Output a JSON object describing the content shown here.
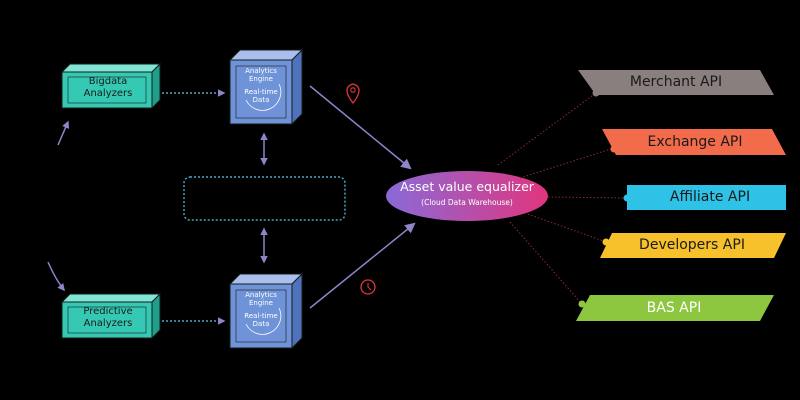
{
  "analyzers": [
    {
      "line1": "Bigdata",
      "line2": "Analyzers"
    },
    {
      "line1": "Predictive",
      "line2": "Analyzers"
    }
  ],
  "engines": [
    {
      "line1": "Analytics",
      "line2": "Engine",
      "line3": "Real-time",
      "line4": "Data"
    },
    {
      "line1": "Analytics",
      "line2": "Engine",
      "line3": "Real-time",
      "line4": "Data"
    }
  ],
  "hub": {
    "title": "Asset value equalizer",
    "subtitle": "(Cloud Data Warehouse)",
    "color_left": "#8a6ad8",
    "color_right": "#e0357e"
  },
  "apis": [
    {
      "label": "Merchant API",
      "color": "#8a7f7f",
      "text_color": "#1a1a1a"
    },
    {
      "label": "Exchange API",
      "color": "#f26b4a",
      "text_color": "#1a1a1a"
    },
    {
      "label": "Affiliate API",
      "color": "#2ec2e6",
      "text_color": "#1a1a1a"
    },
    {
      "label": "Developers API",
      "color": "#f7c12b",
      "text_color": "#1a1a1a"
    },
    {
      "label": "BAS API",
      "color": "#8dc63f",
      "text_color": "#ffffff"
    }
  ],
  "icons": {
    "top": "location-pin-icon",
    "bottom": "clock-icon"
  },
  "colors": {
    "analyzer": "#35c9b3",
    "engine": "#6f93d8",
    "arrow": "#8c86c9",
    "dotted": "#4aa7c4",
    "icon": "#e0353b"
  }
}
